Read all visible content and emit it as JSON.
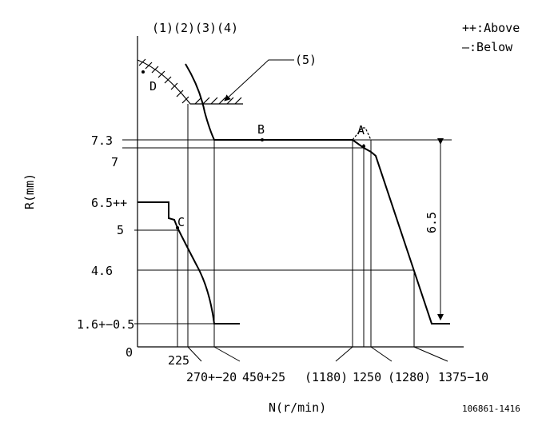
{
  "legend": {
    "above": "++:Above",
    "below": "—:Below"
  },
  "axes": {
    "y_label": "R(mm)",
    "x_label": "N(r/min)",
    "origin": "0"
  },
  "lever_positions": [
    "(1)",
    "(2)",
    "(3)",
    "(4)"
  ],
  "callout": "(5)",
  "points": {
    "A": "A",
    "B": "B",
    "C": "C",
    "D": "D"
  },
  "y_ticks": {
    "t73": "7.3",
    "t7": "7",
    "t65": "6.5++",
    "t5": "5",
    "t46": "4.6",
    "t16": "1.6+−0.5"
  },
  "x_ticks": {
    "t225": "225",
    "t270": "270+−20",
    "t450": "450+25",
    "t1180": "(1180)",
    "t1250": "1250",
    "t1280": "(1280)",
    "t1375": "1375−10"
  },
  "dimension": "6.5",
  "drawing_number": "106861-1416"
}
